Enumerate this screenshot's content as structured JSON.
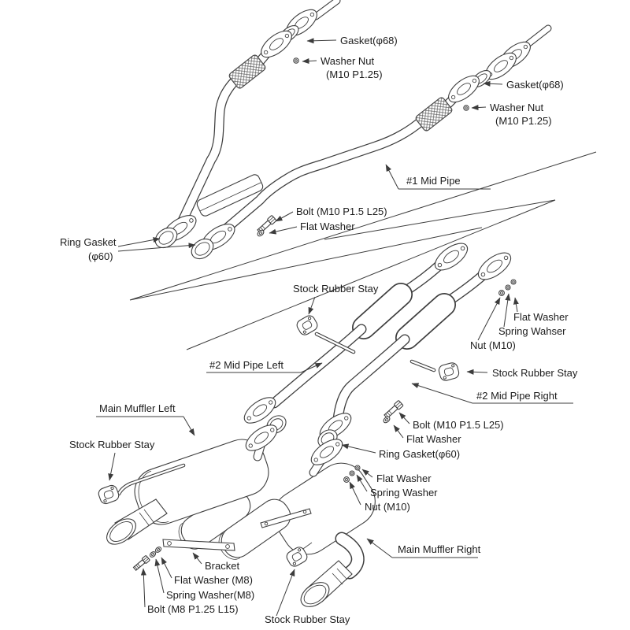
{
  "figure": {
    "background_color": "#ffffff",
    "line_color": "#3e3e3e",
    "text_color": "#1c1c1c"
  },
  "labels": {
    "gasket68_top": "Gasket(φ68)",
    "washer_nut_top_l1": "Washer Nut",
    "washer_nut_top_l2": "(M10 P1.25)",
    "gasket68_right": "Gasket(φ68)",
    "washer_nut_right_l1": "Washer Nut",
    "washer_nut_right_l2": "(M10 P1.25)",
    "mid_pipe_1": "#1 Mid Pipe",
    "bolt_m10_top": "Bolt (M10 P1.5 L25)",
    "flat_washer_top": "Flat Washer",
    "ring_gasket_l1": "Ring Gasket",
    "ring_gasket_l2": "(φ60)",
    "stock_rubber_stay_mid": "Stock Rubber Stay",
    "flat_washer_right": "Flat Washer",
    "spring_wahser_right": "Spring Wahser",
    "nut_m10_right": "Nut (M10)",
    "mid_pipe_2_left": "#2 Mid Pipe Left",
    "stock_rubber_stay_right": "Stock Rubber Stay",
    "mid_pipe_2_right": "#2 Mid Pipe Right",
    "main_muffler_left": "Main Muffler Left",
    "stock_rubber_stay_left": "Stock Rubber Stay",
    "bolt_m10_mid": "Bolt (M10 P1.5 L25)",
    "flat_washer_mid": "Flat Washer",
    "ring_gasket_mid": "Ring Gasket(φ60)",
    "flat_washer_low": "Flat Washer",
    "spring_washer_low": "Spring Washer",
    "nut_m10_low": "Nut (M10)",
    "main_muffler_right": "Main Muffler Right",
    "bracket": "Bracket",
    "flat_washer_m8": "Flat Washer (M8)",
    "spring_washer_m8": "Spring Washer(M8)",
    "bolt_m8": "Bolt (M8 P1.25 L15)",
    "stock_rubber_stay_bottom": "Stock Rubber Stay"
  }
}
